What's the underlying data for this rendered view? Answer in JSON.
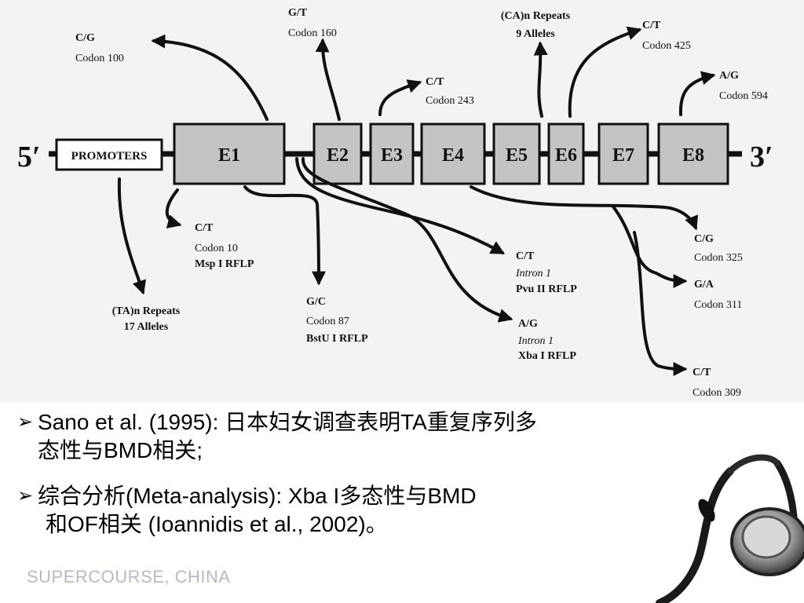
{
  "diagram": {
    "five_prime": "5′",
    "three_prime": "3′",
    "promoter_label": "PROMOTERS",
    "exons": [
      "E1",
      "E2",
      "E3",
      "E4",
      "E5",
      "E6",
      "E7",
      "E8"
    ],
    "annotations": {
      "cg_codon100": {
        "allele": "C/G",
        "codon": "Codon 100"
      },
      "gt_codon160": {
        "allele": "G/T",
        "codon": "Codon 160"
      },
      "ca_repeats": {
        "allele": "(CA)n Repeats",
        "codon": "9 Alleles"
      },
      "ct_codon425": {
        "allele": "C/T",
        "codon": "Codon 425"
      },
      "ct_codon243": {
        "allele": "C/T",
        "codon": "Codon 243"
      },
      "ag_codon594": {
        "allele": "A/G",
        "codon": "Codon 594"
      },
      "ct_codon10": {
        "allele": "C/T",
        "codon": "Codon 10",
        "rflp": "Msp I RFLP"
      },
      "ta_repeats": {
        "allele": "(TA)n Repeats",
        "codon": "17 Alleles"
      },
      "gc_codon87": {
        "allele": "G/C",
        "codon": "Codon 87",
        "rflp": "BstU I RFLP"
      },
      "ct_intron1": {
        "allele": "C/T",
        "codon": "Intron 1",
        "rflp": "Pvu II RFLP"
      },
      "ag_intron1": {
        "allele": "A/G",
        "codon": "Intron 1",
        "rflp": "Xba I RFLP"
      },
      "cg_codon325": {
        "allele": "C/G",
        "codon": "Codon 325"
      },
      "ga_codon311": {
        "allele": "G/A",
        "codon": "Codon 311"
      },
      "ct_codon309": {
        "allele": "C/T",
        "codon": "Codon 309"
      }
    }
  },
  "bullets": {
    "mark": "➢",
    "b1_line1": "Sano et al. (1995): 日本妇女调查表明TA重复序列多",
    "b1_line2": "态性与BMD相关;",
    "b2_line1": "综合分析(Meta-analysis): Xba I多态性与BMD",
    "b2_line2": "和OF相关 (Ioannidis et al., 2002)。"
  },
  "footer": "SUPERCOURSE, CHINA",
  "colors": {
    "exon_fill": "#c4c4c4",
    "footer_text": "#b8b8c8"
  }
}
